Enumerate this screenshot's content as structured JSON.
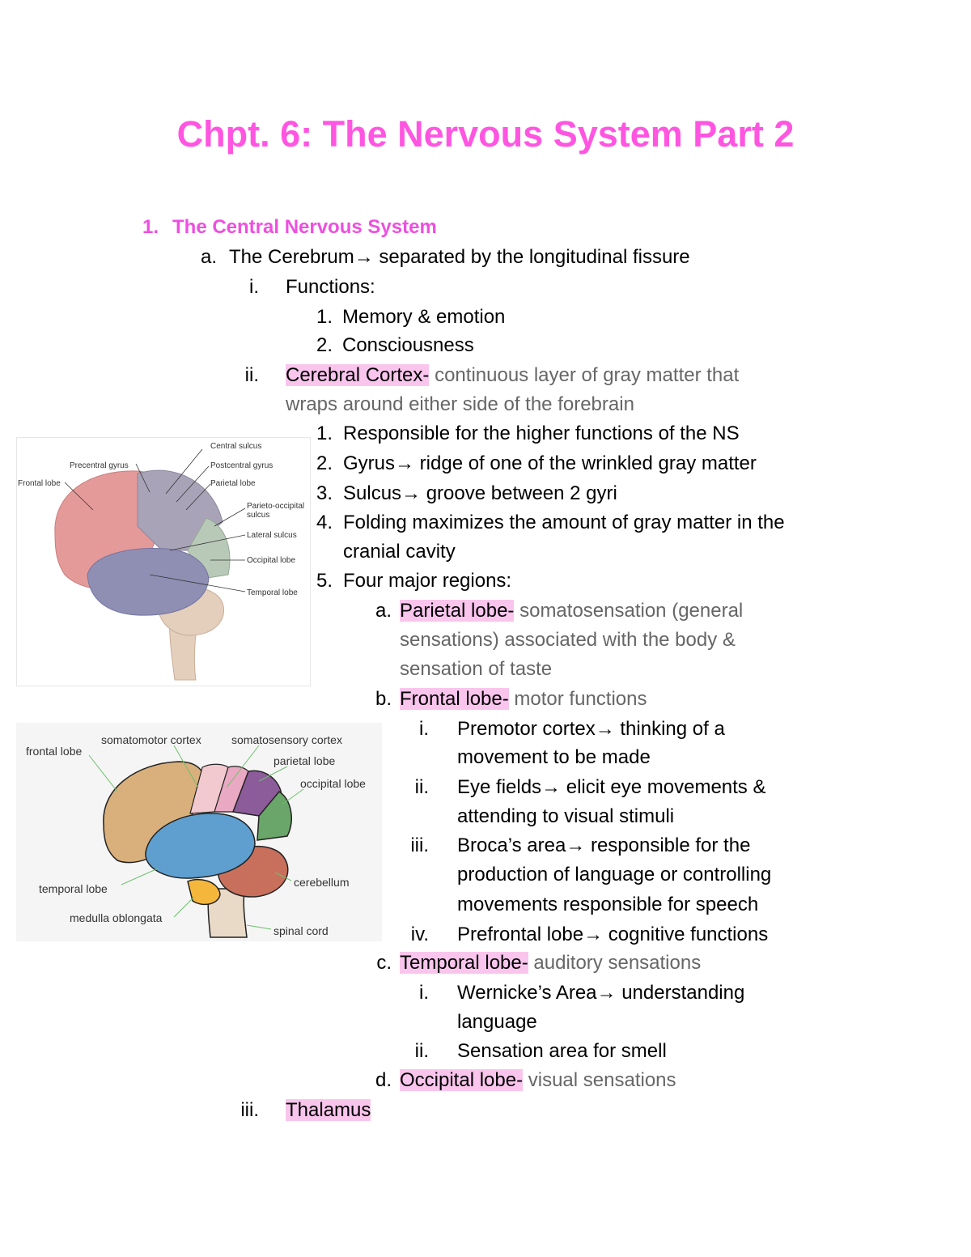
{
  "title": "Chpt. 6: The Nervous System Part 2",
  "section": {
    "marker": "1.",
    "label": "The Central Nervous System"
  },
  "cerebrum": {
    "marker": "a.",
    "text": "The Cerebrum→ separated by the longitudinal fissure"
  },
  "functions": {
    "marker": "i.",
    "label": "Functions:",
    "items": [
      {
        "marker": "1.",
        "text": "Memory & emotion"
      },
      {
        "marker": "2.",
        "text": "Consciousness"
      }
    ]
  },
  "cortex": {
    "marker": "ii.",
    "term": "Cerebral Cortex",
    "dash": "-",
    "def_line1": " continuous layer of gray matter that",
    "def_line2": "wraps around either side of the forebrain",
    "items": [
      {
        "marker": "1.",
        "text": "Responsible for the higher functions of the NS"
      },
      {
        "marker": "2.",
        "text": "Gyrus→ ridge of one of the wrinkled gray matter"
      },
      {
        "marker": "3.",
        "text": "Sulcus→ groove between 2 gyri"
      },
      {
        "marker": "4.",
        "text": "Folding maximizes the amount of gray matter in the",
        "text2": "cranial cavity"
      },
      {
        "marker": "5.",
        "text": "Four major regions:"
      }
    ]
  },
  "regions": {
    "parietal": {
      "marker": "a.",
      "term": "Parietal lobe",
      "dash": "-",
      "def1": " somatosensation (general",
      "def2": "sensations) associated with the body &",
      "def3": "sensation of taste"
    },
    "frontal": {
      "marker": "b.",
      "term": "Frontal lobe",
      "dash": "-",
      "def": " motor functions",
      "items": [
        {
          "marker": "i.",
          "line1": "Premotor cortex→ thinking of a",
          "line2": "movement to be made"
        },
        {
          "marker": "ii.",
          "line1": "Eye fields→ elicit eye movements &",
          "line2": "attending to visual stimuli"
        },
        {
          "marker": "iii.",
          "line1": "Broca’s area→ responsible for the",
          "line2": "production of language or controlling",
          "line3": "movements responsible for speech"
        },
        {
          "marker": "iv.",
          "line1": "Prefrontal lobe→ cognitive functions"
        }
      ]
    },
    "temporal": {
      "marker": "c.",
      "term": "Temporal lobe",
      "dash": "-",
      "def": " auditory sensations",
      "items": [
        {
          "marker": "i.",
          "line1": "Wernicke’s Area→ understanding",
          "line2": "language"
        },
        {
          "marker": "ii.",
          "line1": "Sensation area for smell"
        }
      ]
    },
    "occipital": {
      "marker": "d.",
      "term": "Occipital lobe",
      "dash": "-",
      "def": " visual sensations"
    }
  },
  "thalamus": {
    "marker": "iii.",
    "term": "Thalamus"
  },
  "figure1": {
    "labels": {
      "central_sulcus": "Central sulcus",
      "precentral_gyrus": "Precentral gyrus",
      "postcentral_gyrus": "Postcentral gyrus",
      "frontal_lobe": "Frontal lobe",
      "parietal_lobe": "Parietal lobe",
      "parieto_occipital_1": "Parieto-occipital",
      "parieto_occipital_2": "sulcus",
      "lateral_sulcus": "Lateral sulcus",
      "occipital_lobe": "Occipital lobe",
      "temporal_lobe": "Temporal lobe"
    }
  },
  "figure2": {
    "labels": {
      "somatomotor": "somatomotor cortex",
      "somatosensory": "somatosensory cortex",
      "frontal": "frontal lobe",
      "parietal": "parietal lobe",
      "occipital": "occipital lobe",
      "temporal": "temporal lobe",
      "cerebellum": "cerebellum",
      "medulla": "medulla oblongata",
      "spinal": "spinal cord"
    }
  },
  "colors": {
    "title": "#ff55e1",
    "heading": "#ee4fe0",
    "highlight": "#f9c5ed",
    "definition": "#666666"
  }
}
